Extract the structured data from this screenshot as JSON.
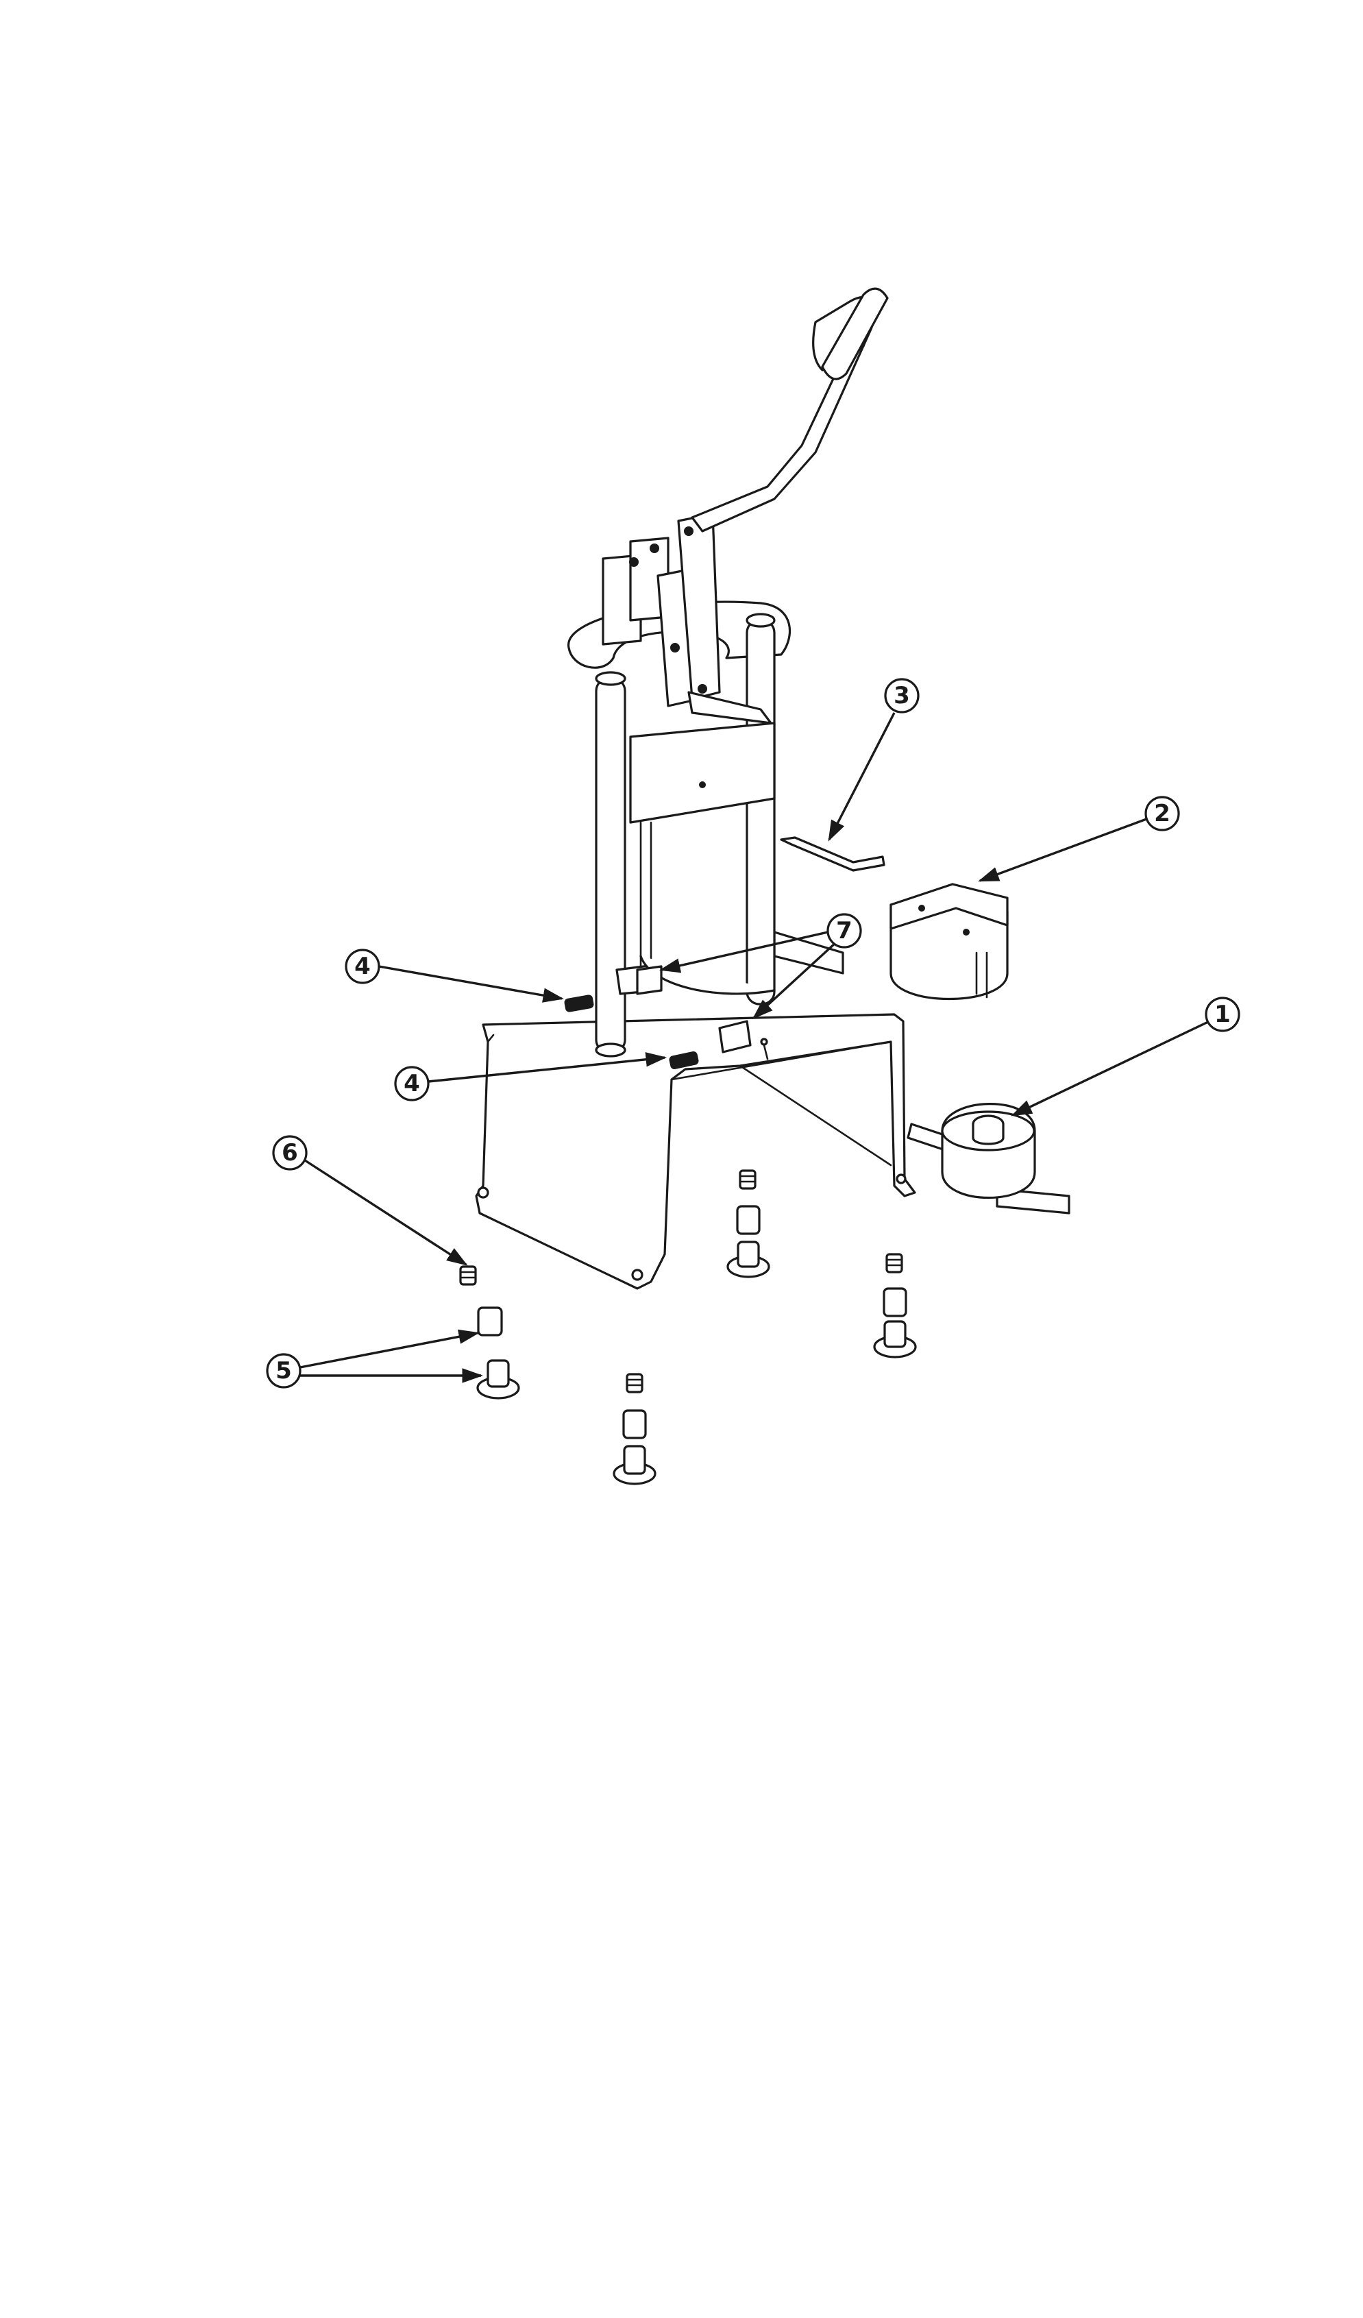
{
  "callouts": [
    {
      "id": "c1",
      "label": "1"
    },
    {
      "id": "c2",
      "label": "2"
    },
    {
      "id": "c3",
      "label": "3"
    },
    {
      "id": "c4a",
      "label": "4"
    },
    {
      "id": "c4b",
      "label": "4"
    },
    {
      "id": "c5",
      "label": "5"
    },
    {
      "id": "c6",
      "label": "6"
    },
    {
      "id": "c7",
      "label": "7"
    }
  ],
  "colors": {
    "ink": "#1a1a1a",
    "paper": "#ffffff"
  }
}
